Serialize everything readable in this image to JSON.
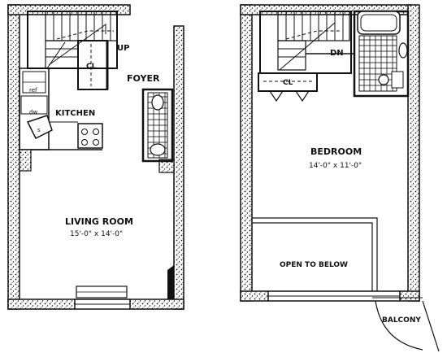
{
  "plan": {
    "lower": {
      "stair_label": "UP",
      "closet_label": "CL",
      "foyer": "FOYER",
      "kitchen": "KITCHEN",
      "ref_label": "ref",
      "dw_label": "dw",
      "sink_label": "s",
      "living_room": "LIVING ROOM",
      "living_dim": "15'-0\" x 14'-0\""
    },
    "upper": {
      "stair_label": "DN",
      "closet_label": "CL",
      "bedroom": "BEDROOM",
      "bedroom_dim": "14'-0\" x 11'-0\"",
      "open_below": "OPEN TO BELOW",
      "balcony": "BALCONY"
    }
  },
  "colors": {
    "ink": "#111111",
    "paper": "#ffffff",
    "wall_fill": "#1a1a1a"
  }
}
